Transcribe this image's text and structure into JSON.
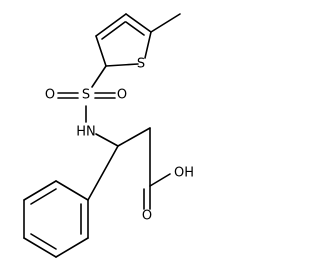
{
  "molecule": {
    "atoms": {
      "S_ring": "S",
      "S_sulfonyl": "S",
      "O_left": "O",
      "O_right": "O",
      "NH": "HN",
      "OH": "OH",
      "O_carbonyl": "O"
    }
  }
}
